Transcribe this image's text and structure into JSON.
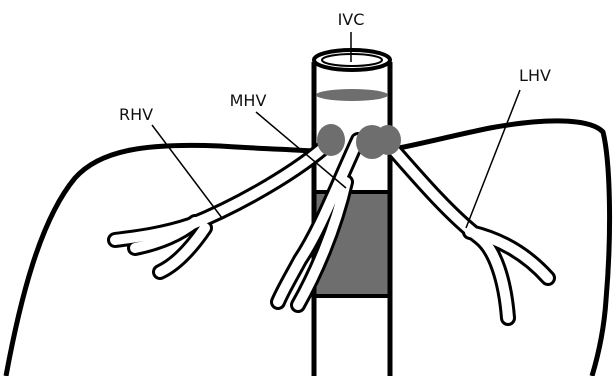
{
  "labels": {
    "ivc": "IVC",
    "mhv": "MHV",
    "rhv": "RHV",
    "lhv": "LHV"
  },
  "colors": {
    "outline": "#000000",
    "vessel_fill": "#ffffff",
    "dark_fill": "#6e6e6e"
  }
}
